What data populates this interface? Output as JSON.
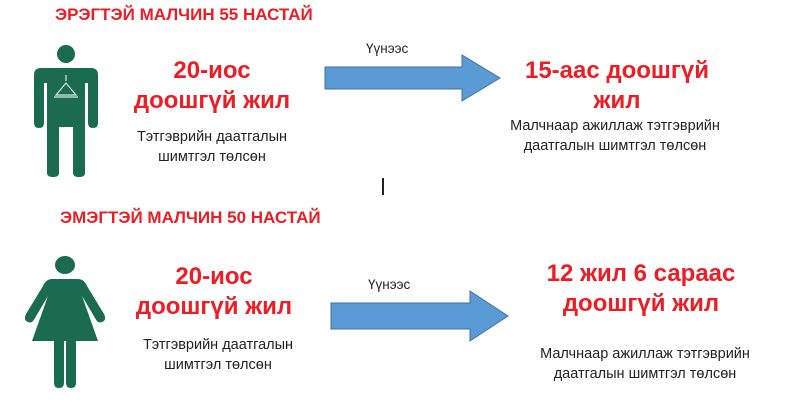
{
  "colors": {
    "red": "#ee1c25",
    "green": "#1a6b50",
    "arrow": "#5b9bd5"
  },
  "male": {
    "title": "ЭРЭГТЭЙ МАЛЧИН 55 НАСТАЙ",
    "left_big": [
      "20-иос",
      "доошгүй жил"
    ],
    "left_small": [
      "Тэтгэврийн даатгалын",
      "шимтгэл төлсөн"
    ],
    "arrow_label": "Үүнээс",
    "right_big": [
      "15-аас доошгүй",
      "жил"
    ],
    "right_small": [
      "Малчнаар ажиллаж тэтгэврийн",
      "даатгалын шимтгэл төлсөн"
    ]
  },
  "female": {
    "title": "ЭМЭГТЭЙ МАЛЧИН 50 НАСТАЙ",
    "left_big": [
      "20-иос",
      "доошгүй жил"
    ],
    "left_small": [
      "Тэтгэврийн даатгалын",
      "шимтгэл төлсөн"
    ],
    "arrow_label": "Үүнээс",
    "right_big": [
      "12 жил 6 сараас",
      "доошгүй жил"
    ],
    "right_small": [
      "Малчнаар ажиллаж тэтгэврийн",
      "даатгалын шимтгэл төлсөн"
    ]
  }
}
